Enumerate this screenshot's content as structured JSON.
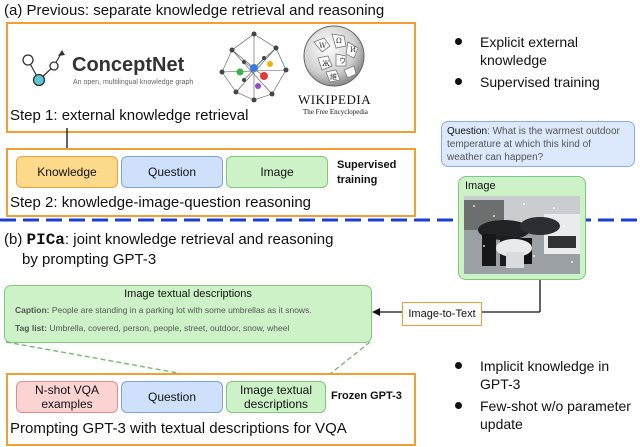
{
  "part_a": {
    "title": "(a) Previous: separate knowledge retrieval and reasoning",
    "step1": "Step 1: external knowledge retrieval",
    "step2": "Step 2: knowledge-image-question reasoning",
    "knowledge": "Knowledge",
    "question": "Question",
    "image": "Image",
    "supervised_line1": "Supervised",
    "supervised_line2": "training",
    "conceptnet_name": "ConceptNet",
    "conceptnet_tagline": "An open, multilingual knowledge graph",
    "wikipedia_name": "WIKIPEDIA",
    "wikipedia_tagline": "The Free Encyclopedia",
    "bullets": [
      "Explicit external knowledge",
      "Supervised training"
    ]
  },
  "part_b": {
    "title_prefix": "(b) ",
    "title_code": "PICa",
    "title_rest": ": joint knowledge retrieval and reasoning",
    "title_line2": "by prompting GPT-3",
    "question_label": "Question",
    "question_text": ": What is the warmest outdoor temperature at which this kind of weather can happen?",
    "image_label": "Image",
    "image_to_text": "Image-to-Text",
    "desc_title": "Image textual descriptions",
    "caption_label": "Caption:",
    "caption_text": " People are standing in a parking lot with some umbrellas as it snows.",
    "taglist_label": "Tag list:",
    "taglist_text": " Umbrella, covered, person, people, street, outdoor, snow, wheel",
    "nshot_line1": "N-shot VQA",
    "nshot_line2": "examples",
    "question": "Question",
    "img_desc_line1": "Image textual",
    "img_desc_line2": "descriptions",
    "frozen": "Frozen GPT-3",
    "prompting": "Prompting GPT-3 with textual descriptions for VQA",
    "bullets": [
      "Implicit knowledge in GPT-3",
      "Few-shot w/o parameter update"
    ]
  },
  "colors": {
    "orange": "#f0a033",
    "dashed_blue": "#1a3fd6",
    "green_border": "#7fc87a"
  }
}
